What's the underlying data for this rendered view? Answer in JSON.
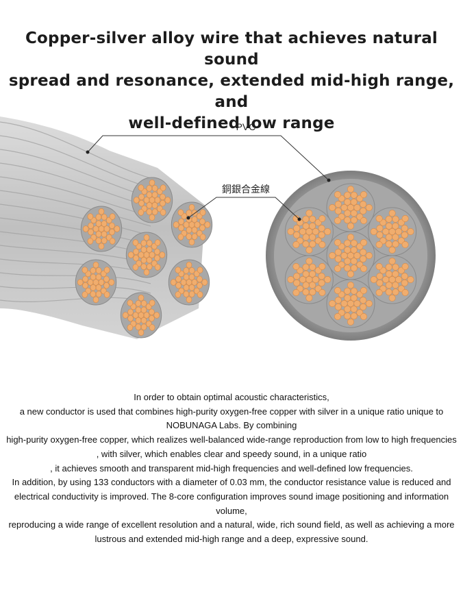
{
  "headline": {
    "line1": "Copper-silver alloy wire that achieves natural sound",
    "line2": "spread and resonance, extended mid-high range, and",
    "line3": "well-defined low range"
  },
  "figure": {
    "label_outer": "PVC",
    "label_inner": "銅銀合金線",
    "colors": {
      "copper": "#f0ad6e",
      "copper_edge": "#d98a45",
      "jacket": "#8d8d8d",
      "jacket_light": "#bdbdbd",
      "inner_gray": "#a8a8a8"
    }
  },
  "body": {
    "lines": [
      "In order to obtain optimal acoustic characteristics,",
      "a new conductor is used that combines high-purity oxygen-free copper with silver in a unique ratio unique to NOBUNAGA Labs. By combining",
      "high-purity oxygen-free copper, which realizes well-balanced wide-range reproduction from low to high frequencies",
      ", with silver, which enables clear and speedy sound, in a unique ratio",
      ", it achieves smooth and transparent mid-high frequencies and well-defined low frequencies.",
      "In addition, by using 133 conductors with a diameter of 0.03 mm, the conductor resistance value is reduced and",
      "electrical conductivity is improved. The 8-core configuration improves sound image positioning and information volume,",
      "reproducing a wide range of excellent resolution and a natural, wide, rich sound field, as well as achieving a more lustrous and extended mid-high range and a deep, expressive sound."
    ]
  }
}
